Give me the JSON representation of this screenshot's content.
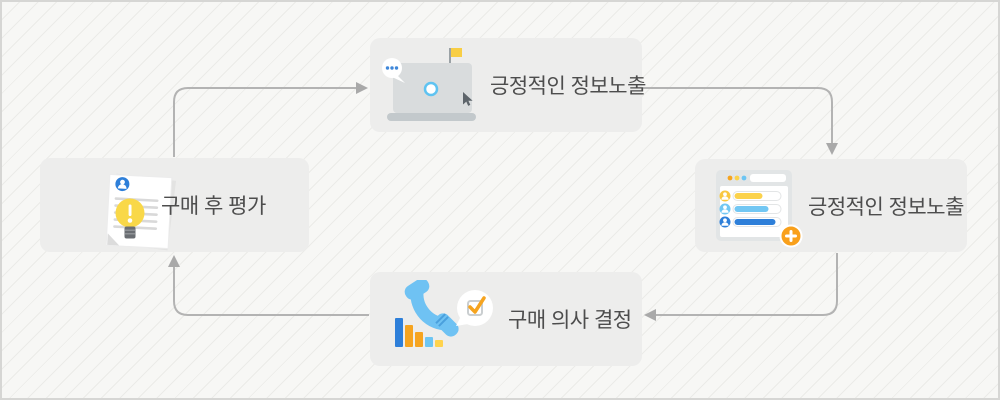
{
  "diagram": {
    "type": "cycle-flow",
    "nodes": {
      "top": {
        "label": "긍정적인 정보노출",
        "icon": "laptop-announcement-icon"
      },
      "right": {
        "label": "긍정적인 정보노출",
        "icon": "user-review-list-icon"
      },
      "bottom": {
        "label": "구매 의사 결정",
        "icon": "phone-decision-icon"
      },
      "left": {
        "label": "구매 후 평가",
        "icon": "review-document-icon"
      }
    },
    "flow": [
      {
        "from": "left",
        "to": "top"
      },
      {
        "from": "top",
        "to": "right"
      },
      {
        "from": "right",
        "to": "bottom"
      },
      {
        "from": "bottom",
        "to": "left"
      }
    ],
    "colors": {
      "canvas_bg": "#f7f7f5",
      "node_bg": "#ededec",
      "arrow": "#b3b3b3",
      "label_text": "#4d4d4d",
      "orange": "#f6a41f",
      "yellow": "#fbd24b",
      "blue": "#2e7fd9",
      "light_blue": "#6cc5f3"
    }
  }
}
